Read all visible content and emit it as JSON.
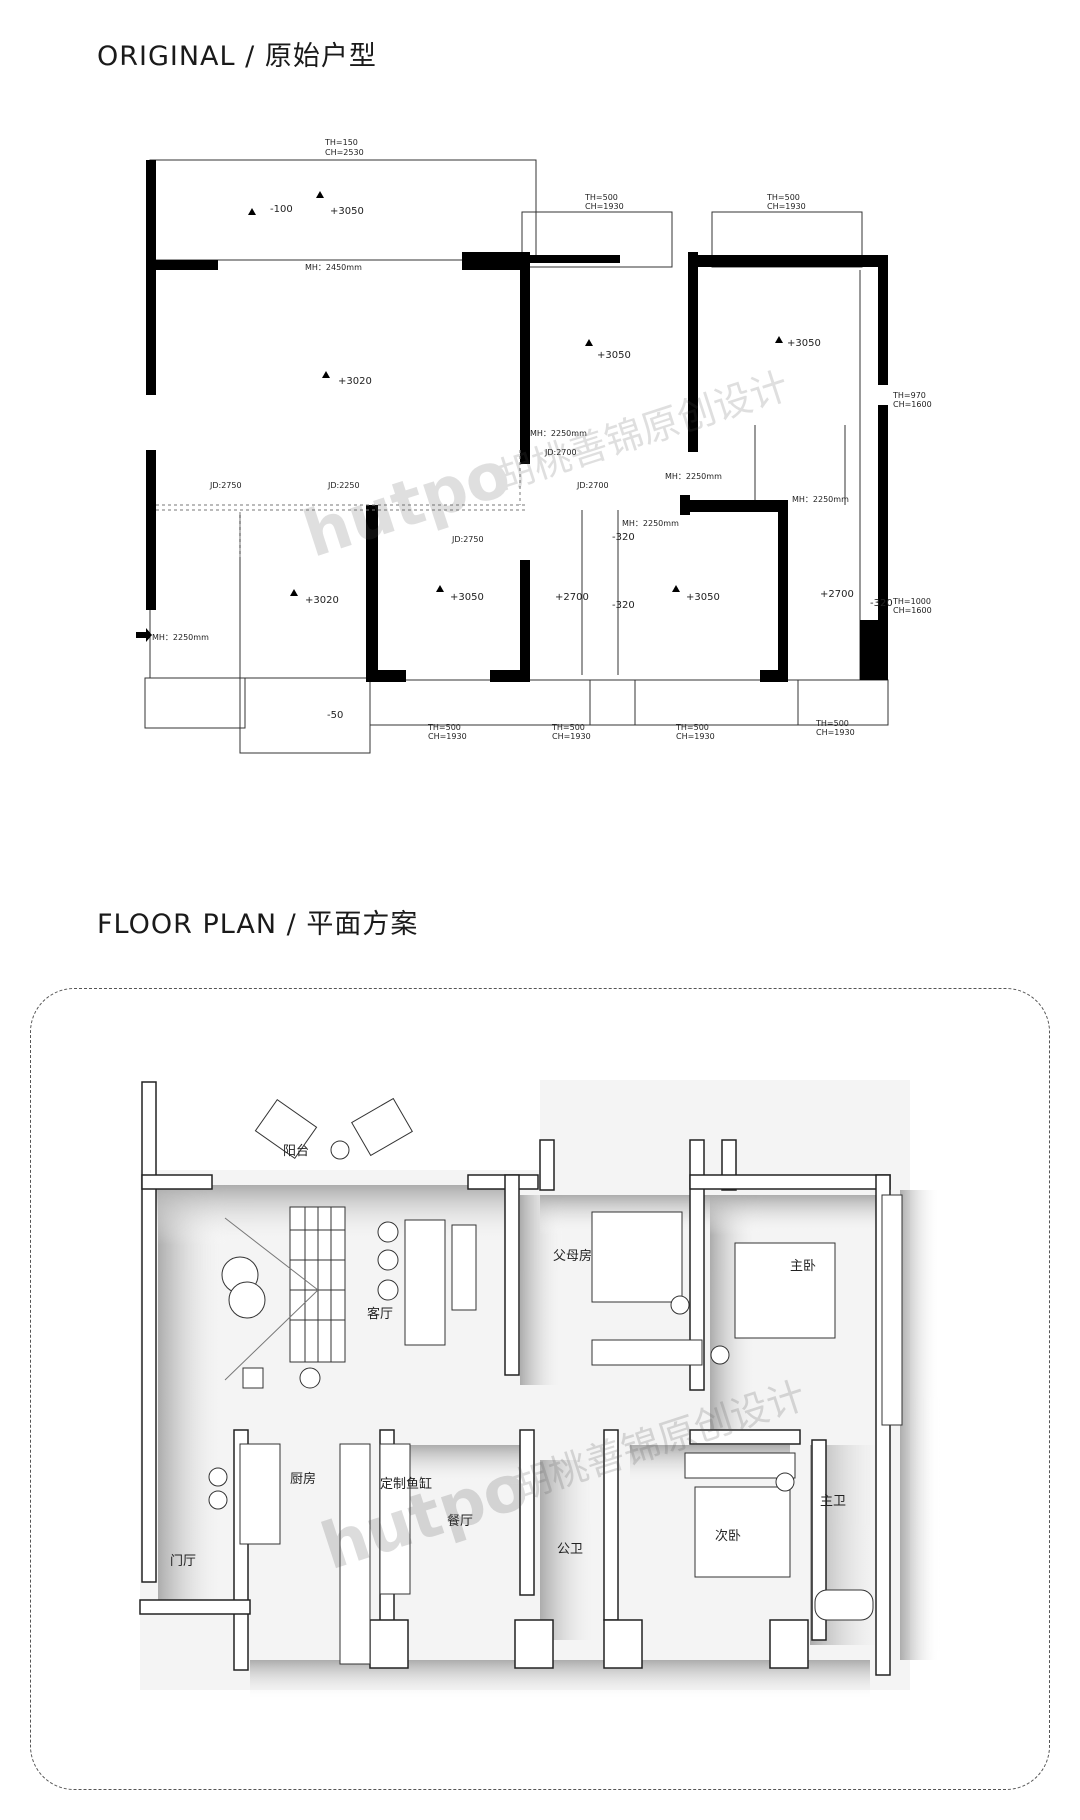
{
  "sections": {
    "original_title": "ORIGINAL / 原始户型",
    "plan_title": "FLOOR PLAN / 平面方案"
  },
  "watermark": {
    "logo": "hutpo",
    "text": "胡桃善锦原创设计"
  },
  "original_plan": {
    "annotations": {
      "top_th": "TH=150",
      "top_ch": "CH=2530",
      "win1_th": "TH=500",
      "win1_ch": "CH=1930",
      "win2_th": "TH=500",
      "win2_ch": "CH=1930",
      "right_th1": "TH=970",
      "right_ch1": "CH=1600",
      "right_th2": "TH=1000",
      "right_ch2": "CH=1600",
      "bot1_th": "TH=500",
      "bot1_ch": "CH=1930",
      "bot2_th": "TH=500",
      "bot2_ch": "CH=1930",
      "bot3_th": "TH=500",
      "bot3_ch": "CH=1930",
      "bot4_th": "TH=500",
      "bot4_ch": "CH=1930"
    },
    "levels": {
      "balcony_a": "-100",
      "balcony_b": "+3050",
      "living": "+3020",
      "bed_top_mid": "+3050",
      "bed_top_right": "+3050",
      "room_bl": "+3020",
      "room_bm": "+3050",
      "bath_m": "+2700",
      "bath_m2": "-320",
      "bath_m3": "-320",
      "room_br": "+3050",
      "bath_r": "+2700",
      "bath_r2": "-320",
      "entry": "-50"
    },
    "mh_labels": {
      "balcony_door": "MH：2450mm",
      "mid1": "MH：2250mm",
      "mid2": "MH：2250mm",
      "mid3": "MH：2250mm",
      "right": "MH：2250mm",
      "left": "MH：2250mm"
    },
    "jd_labels": {
      "jd1": "JD:2750",
      "jd2": "JD:2250",
      "jd3": "JD:2700",
      "jd4": "JD:2700",
      "jd5": "JD:2750"
    }
  },
  "floor_plan": {
    "rooms": {
      "balcony": "阳台",
      "living": "客厅",
      "parents_room": "父母房",
      "master_bed": "主卧",
      "kitchen": "厨房",
      "fish_tank": "定制鱼缸",
      "dining": "餐厅",
      "public_bath": "公卫",
      "second_bed": "次卧",
      "master_bath": "主卫",
      "foyer": "门厅"
    }
  }
}
